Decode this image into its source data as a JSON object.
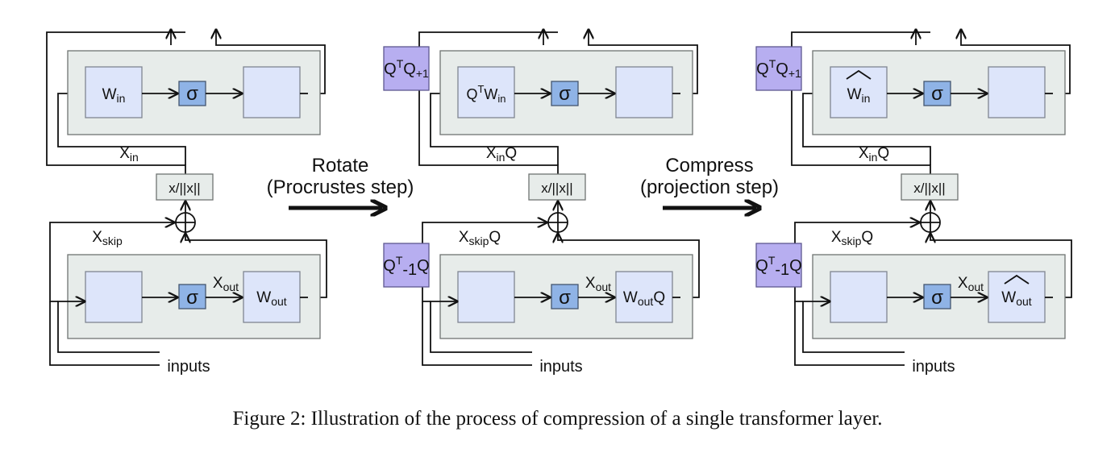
{
  "step_labels": {
    "rotate": [
      "Rotate",
      "(Procrustes step)"
    ],
    "compress": [
      "Compress",
      "(projection step)"
    ]
  },
  "panels": [
    {
      "attn_in": [
        "W",
        "in",
        ""
      ],
      "attn_mid": "",
      "attn_hat": false,
      "mlp_in": "",
      "mlp_out": [
        "W",
        "out",
        ""
      ],
      "mlp_hat": false,
      "x_in": [
        "X",
        "in",
        ""
      ],
      "x_skip": [
        "X",
        "skip",
        ""
      ],
      "x_out": [
        "X",
        "out",
        ""
      ],
      "norm": "x/||x||",
      "inputs": "inputs",
      "q_top": null,
      "q_bottom": null
    },
    {
      "attn_in": [
        "Q",
        "T",
        "W",
        "in"
      ],
      "attn_mid": "",
      "attn_hat": false,
      "mlp_in": "",
      "mlp_out": [
        "W",
        "out",
        "Q"
      ],
      "mlp_hat": false,
      "x_in": [
        "X",
        "in",
        "Q"
      ],
      "x_skip": [
        "X",
        "skip",
        "Q"
      ],
      "x_out": [
        "X",
        "out",
        ""
      ],
      "norm": "x/||x||",
      "inputs": "inputs",
      "q_top": [
        "Q",
        "T",
        "Q",
        "+1"
      ],
      "q_bottom": [
        "Q",
        "T",
        "-1",
        "Q"
      ]
    },
    {
      "attn_in": [
        "W",
        "in",
        ""
      ],
      "attn_mid": "",
      "attn_hat": true,
      "mlp_in": "",
      "mlp_out": [
        "W",
        "out",
        ""
      ],
      "mlp_hat": true,
      "x_in": [
        "X",
        "in",
        "Q"
      ],
      "x_skip": [
        "X",
        "skip",
        "Q"
      ],
      "x_out": [
        "X",
        "out",
        ""
      ],
      "norm": "x/||x||",
      "inputs": "inputs",
      "q_top": [
        "Q",
        "T",
        "Q",
        "+1"
      ],
      "q_bottom": [
        "Q",
        "T",
        "-1",
        "Q"
      ]
    }
  ],
  "sigma": "σ",
  "caption": "Figure 2: Illustration of the process of compression of a single transformer layer."
}
